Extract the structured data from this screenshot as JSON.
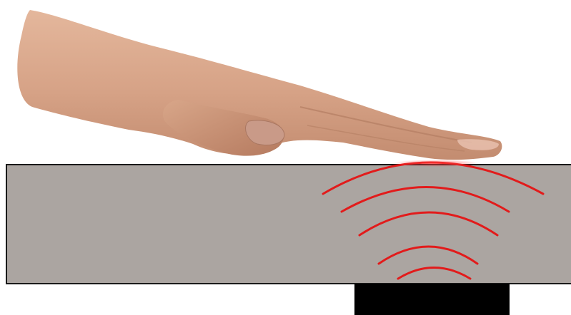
{
  "scene": {
    "background": "#ffffff",
    "panel_color": "#aba5a1",
    "panel_border": "#1a1a1a",
    "sensor_color": "#000000",
    "wave_color": "#e21b1b",
    "skin_color": "#d9a98c",
    "elements": [
      "hand-illustration",
      "surface-panel",
      "ultrasonic-wave-arcs",
      "sensor-block"
    ]
  }
}
